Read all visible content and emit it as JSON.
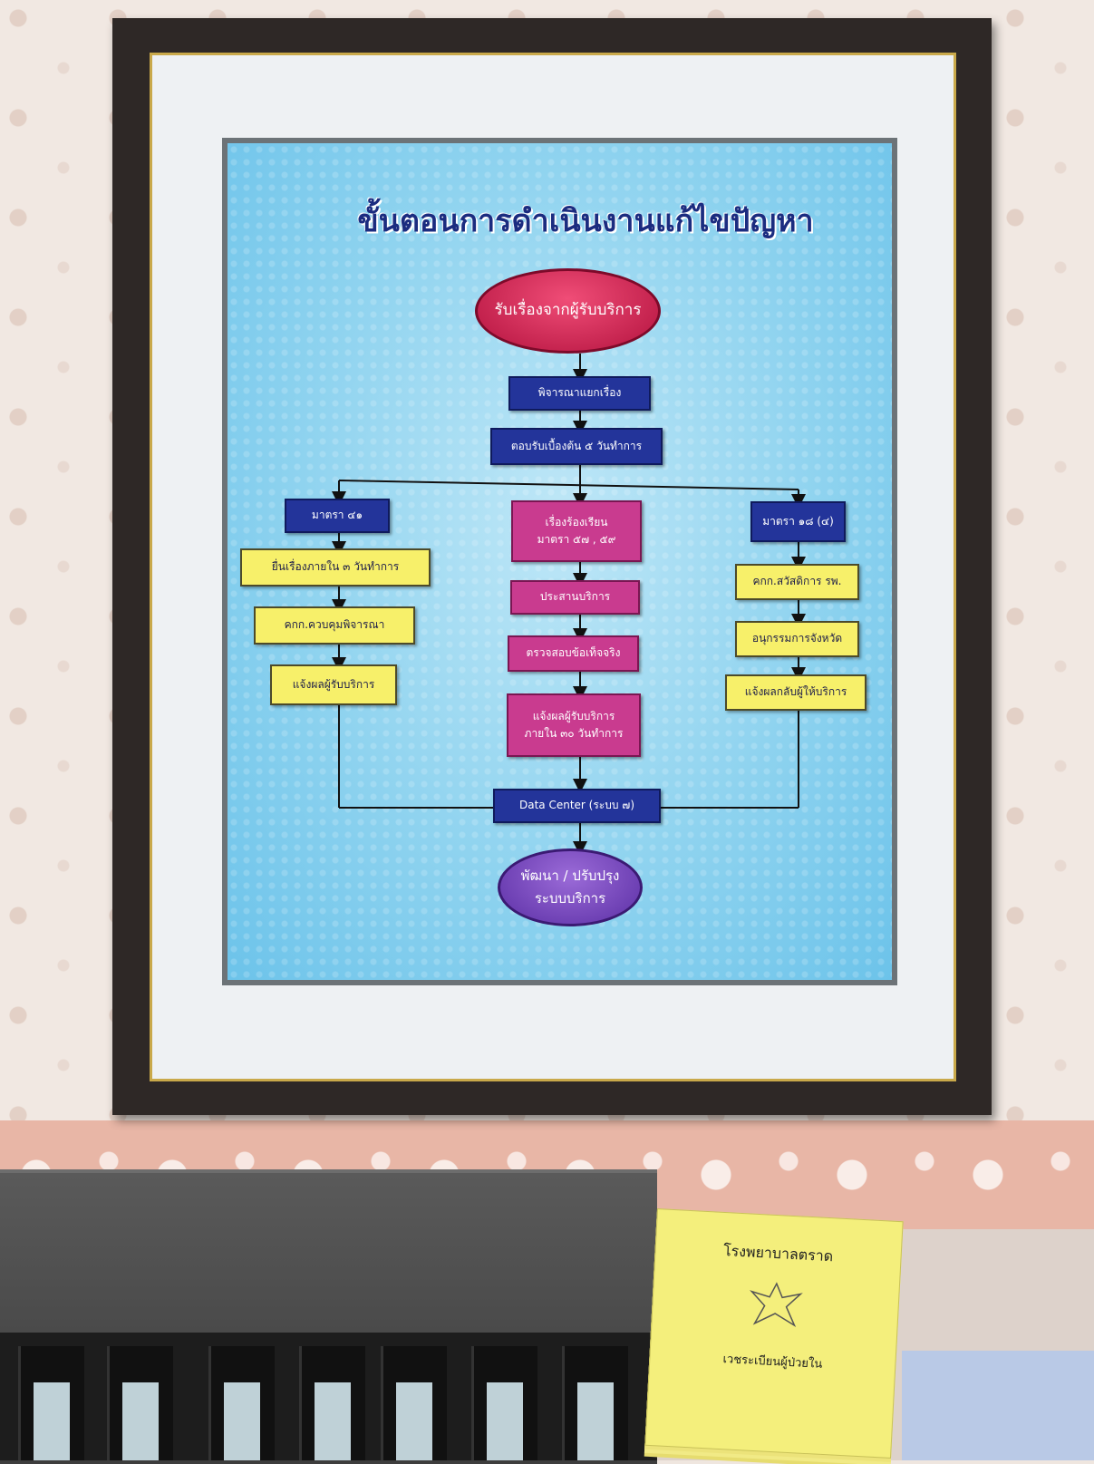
{
  "poster": {
    "title": "ขั้นตอนการดำเนินงานแก้ไขปัญหา",
    "nodes": {
      "start": "รับเรื่องจากผู้รับบริการ",
      "classify": "พิจารณาแยกเรื่อง",
      "initial_reply": "ตอบรับเบื้องต้น ๕ วันทำการ",
      "left_header": "มาตรา ๔๑",
      "left_step1": "ยื่นเรื่องภายใน ๓ วันทำการ",
      "left_step2": "คกก.ควบคุมพิจารณา",
      "left_step3": "แจ้งผลผู้รับบริการ",
      "center_header_line1": "เรื่องร้องเรียน",
      "center_header_line2": "มาตรา ๕๗ , ๕๙",
      "center_step1": "ประสานบริการ",
      "center_step2": "ตรวจสอบข้อเท็จจริง",
      "center_step3_line1": "แจ้งผลผู้รับบริการ",
      "center_step3_line2": "ภายใน ๓๐ วันทำการ",
      "right_header": "มาตรา ๑๘ (๔)",
      "right_step1": "คกก.สวัสดิการ รพ.",
      "right_step2": "อนุกรรมการจังหวัด",
      "right_step3": "แจ้งผลกลับผู้ให้บริการ",
      "data_center": "Data Center (ระบบ ๗)",
      "end_line1": "พัฒนา / ปรับปรุง",
      "end_line2": "ระบบบริการ"
    },
    "colors": {
      "title": "#1b2c80",
      "blue_box": "#23349a",
      "pink_box": "#c93b8f",
      "yellow_box": "#f7f06a",
      "start_oval": "#d81f55",
      "end_oval": "#6b3db8"
    }
  },
  "document": {
    "title": "โรงพยาบาลตราด",
    "subtitle": "เวชระเบียนผู้ป่วยใน"
  }
}
